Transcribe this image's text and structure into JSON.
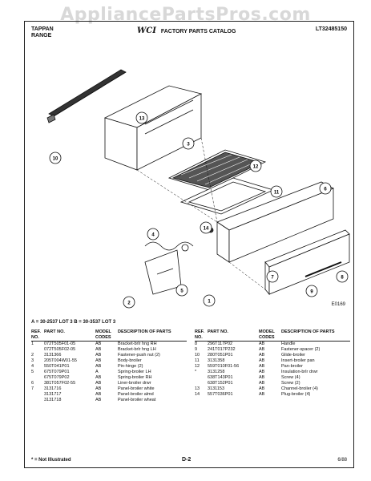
{
  "watermark": "AppliancePartsPros.com",
  "header": {
    "brand_line1": "TAPPAN",
    "brand_line2": "RANGE",
    "logo": "WCI",
    "catalog_title": "FACTORY PARTS CATALOG",
    "model_code": "LT32485150"
  },
  "diagram": {
    "code": "E0169",
    "callouts": [
      "13",
      "3",
      "10",
      "12",
      "11",
      "6",
      "4",
      "14",
      "5",
      "7",
      "9",
      "8",
      "2",
      "1"
    ],
    "icons": [
      "broiler-pan-grid",
      "broiler-drawer-panel",
      "spring-broiler",
      "fastener",
      "guide-broiler"
    ]
  },
  "lot_line": "A = 30-2537 LOT 3      B = 30-3537 LOT 3",
  "parts_table": {
    "headers": {
      "ref": "REF. NO.",
      "part": "PART NO.",
      "model": "MODEL CODES",
      "desc": "DESCRIPTION OF PARTS"
    },
    "left_rows": [
      {
        "ref": "1",
        "part": "072T505F01-05",
        "model": "AB",
        "desc": "Bracket-brlr hng RH"
      },
      {
        "ref": "",
        "part": "072T505F02-05",
        "model": "AB",
        "desc": "Bracket-brlr hng LH"
      },
      {
        "ref": "2",
        "part": "3131366",
        "model": "AB",
        "desc": "Fastener-push nut (2)"
      },
      {
        "ref": "3",
        "part": "205T004W01-55",
        "model": "AB",
        "desc": "Body-broiler"
      },
      {
        "ref": "4",
        "part": "550T041P01",
        "model": "AB",
        "desc": "Pin-hinge (2)"
      },
      {
        "ref": "5",
        "part": "675T079P01",
        "model": "A",
        "desc": "Spring-broiler LH"
      },
      {
        "ref": "",
        "part": "675T079P02",
        "model": "AB",
        "desc": "Spring-broiler RH"
      },
      {
        "ref": "6",
        "part": "381T057F02-55",
        "model": "AB",
        "desc": "Liner-broiler drwr"
      },
      {
        "ref": "7",
        "part": "3131716",
        "model": "AB",
        "desc": "Panel-broiler white"
      },
      {
        "ref": "",
        "part": "3131717",
        "model": "AB",
        "desc": "Panel-broiler almd"
      },
      {
        "ref": "",
        "part": "3131718",
        "model": "AB",
        "desc": "Panel-broiler wheat"
      }
    ],
    "right_rows": [
      {
        "ref": "8",
        "part": "296T117P02",
        "model": "AB",
        "desc": "Handle"
      },
      {
        "ref": "9",
        "part": "241T017P232",
        "model": "AB",
        "desc": "Fastener-spacer (2)"
      },
      {
        "ref": "10",
        "part": "280T051P01",
        "model": "AB",
        "desc": "Glide-broiler"
      },
      {
        "ref": "11",
        "part": "3131358",
        "model": "AB",
        "desc": "Insert-broiler pan"
      },
      {
        "ref": "12",
        "part": "559T010F01-56",
        "model": "AB",
        "desc": "Pan-broiler"
      },
      {
        "ref": "*",
        "part": "3131258",
        "model": "AB",
        "desc": "Insulation-brlr drwr"
      },
      {
        "ref": "",
        "part": "638T143P01",
        "model": "AB",
        "desc": "Screw (4)"
      },
      {
        "ref": "",
        "part": "638T152P01",
        "model": "AB",
        "desc": "Screw (2)"
      },
      {
        "ref": "13",
        "part": "3131153",
        "model": "AB",
        "desc": "Channel-broiler (4)"
      },
      {
        "ref": "14",
        "part": "557T036P01",
        "model": "AB",
        "desc": "Plug-broiler (4)"
      }
    ]
  },
  "footer": {
    "note": "* = Not Illustrated",
    "page": "D-2",
    "date": "6/88"
  }
}
